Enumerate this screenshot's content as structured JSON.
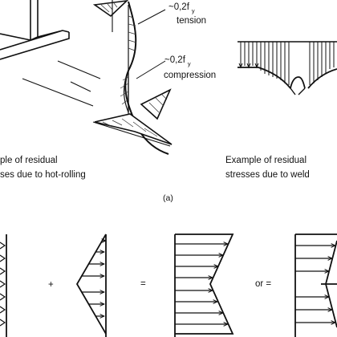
{
  "figure": {
    "top_left": {
      "peak_tension_prefix": "~0,2f",
      "peak_tension_sub": "y",
      "tension_word": "tension",
      "peak_compression_prefix": "~0,2f",
      "peak_compression_sub": "y",
      "compression_word": "compression",
      "caption_line1": "ple of residual",
      "caption_line2": "ses due to hot-rolling"
    },
    "top_right": {
      "caption_line1": "Example of residual",
      "caption_line2": "stresses due to weld"
    },
    "part_label": "(a)",
    "bottom_row": {
      "plus_sign": "+",
      "equals_sign": "=",
      "or_equals": "or ="
    }
  }
}
